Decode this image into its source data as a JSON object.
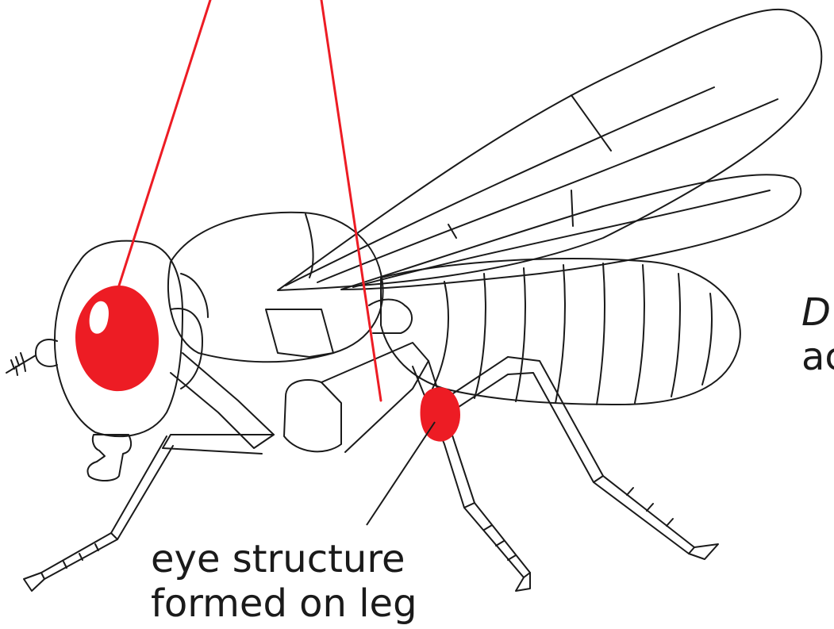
{
  "labels": {
    "leg_eye_line1": "eye structure",
    "leg_eye_line2": "formed on leg",
    "right_text_line1": "D",
    "right_text_line2": "ac"
  },
  "colors": {
    "outline": "#1a1a1a",
    "eye_red": "#ed1c24",
    "background": "#ffffff"
  }
}
